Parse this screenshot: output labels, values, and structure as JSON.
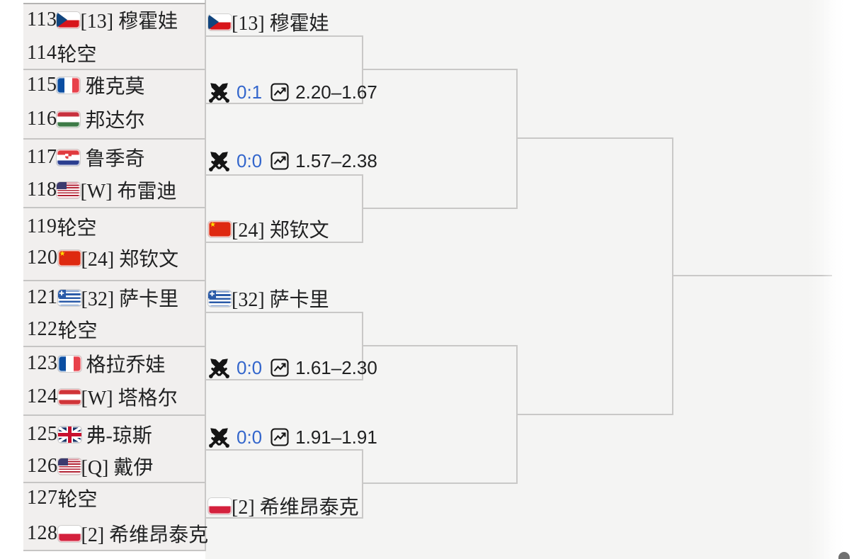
{
  "colors": {
    "page_bg": "#ffffff",
    "list_bg": "#f1efee",
    "panel_bg": "#f4f4f3",
    "bracket_line": "#c9c8c7",
    "text": "#202122",
    "link_blue": "#3366cc",
    "scroll_handle": "#707070"
  },
  "first_round_list": {
    "rows": [
      {
        "num": "113",
        "flag": "cz",
        "label": "[13] 穆霍娃"
      },
      {
        "num": "114",
        "flag": "",
        "label": "轮空"
      },
      {
        "num": "115",
        "flag": "fr",
        "label": " 雅克莫"
      },
      {
        "num": "116",
        "flag": "hu",
        "label": " 邦达尔"
      },
      {
        "num": "117",
        "flag": "hr",
        "label": " 鲁季奇"
      },
      {
        "num": "118",
        "flag": "us",
        "label": "[W] 布雷迪"
      },
      {
        "num": "119",
        "flag": "",
        "label": "轮空"
      },
      {
        "num": "120",
        "flag": "cn",
        "label": "[24] 郑钦文"
      },
      {
        "num": "121",
        "flag": "gr",
        "label": "[32] 萨卡里"
      },
      {
        "num": "122",
        "flag": "",
        "label": "轮空"
      },
      {
        "num": "123",
        "flag": "fr",
        "label": " 格拉乔娃"
      },
      {
        "num": "124",
        "flag": "at",
        "label": "[W] 塔格尔"
      },
      {
        "num": "125",
        "flag": "gb",
        "label": " 弗-琼斯"
      },
      {
        "num": "126",
        "flag": "us",
        "label": "[Q] 戴伊"
      },
      {
        "num": "127",
        "flag": "",
        "label": "轮空"
      },
      {
        "num": "128",
        "flag": "pl",
        "label": "[2] 希维昂泰克"
      }
    ]
  },
  "second_round": {
    "entries": [
      {
        "kind": "player",
        "flag": "cz",
        "label": "[13] 穆霍娃"
      },
      {
        "kind": "match",
        "score": "0:1",
        "odds": "2.20–1.67"
      },
      {
        "kind": "match",
        "score": "0:0",
        "odds": "1.57–2.38"
      },
      {
        "kind": "player",
        "flag": "cn",
        "label": "[24] 郑钦文"
      },
      {
        "kind": "player",
        "flag": "gr",
        "label": "[32] 萨卡里"
      },
      {
        "kind": "match",
        "score": "0:0",
        "odds": "1.61–2.30"
      },
      {
        "kind": "match",
        "score": "0:0",
        "odds": "1.91–1.91"
      },
      {
        "kind": "player",
        "flag": "pl",
        "label": "[2] 希维昂泰克"
      }
    ]
  },
  "icons": {
    "swords": "crossed-swords-icon",
    "chart": "odds-chart-icon",
    "flags": [
      "cz",
      "fr",
      "hu",
      "hr",
      "us",
      "cn",
      "gr",
      "at",
      "gb",
      "pl"
    ]
  }
}
